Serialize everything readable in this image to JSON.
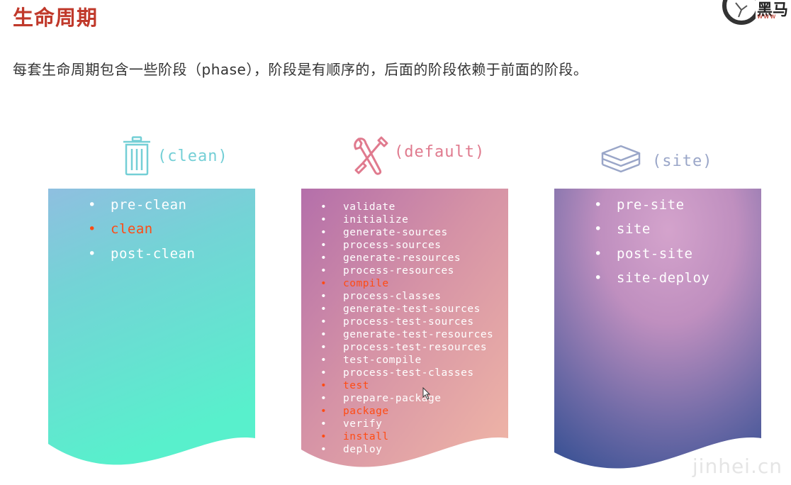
{
  "title": "生命周期",
  "subtitle": "每套生命周期包含一些阶段（phase），阶段是有顺序的，后面的阶段依赖于前面的阶段。",
  "logo": {
    "text": "黑马",
    "url": "www"
  },
  "watermark": "jinhei.cn",
  "colors": {
    "title": "#c0392b",
    "highlight": "#ff4b14",
    "clean_header": "#74cfd6",
    "default_header": "#e07a8e",
    "site_header": "#9aa6c8"
  },
  "clean": {
    "label": "(clean)",
    "icon": "trash-icon",
    "items": [
      {
        "text": "pre-clean",
        "highlight": false
      },
      {
        "text": "clean",
        "highlight": true
      },
      {
        "text": "post-clean",
        "highlight": false
      }
    ]
  },
  "default": {
    "label": "(default)",
    "icon": "tools-icon",
    "items": [
      {
        "text": "validate",
        "highlight": false
      },
      {
        "text": "initialize",
        "highlight": false
      },
      {
        "text": "generate-sources",
        "highlight": false
      },
      {
        "text": "process-sources",
        "highlight": false
      },
      {
        "text": "generate-resources",
        "highlight": false
      },
      {
        "text": "process-resources",
        "highlight": false
      },
      {
        "text": "compile",
        "highlight": true
      },
      {
        "text": "process-classes",
        "highlight": false
      },
      {
        "text": "generate-test-sources",
        "highlight": false
      },
      {
        "text": "process-test-sources",
        "highlight": false
      },
      {
        "text": "generate-test-resources",
        "highlight": false
      },
      {
        "text": "process-test-resources",
        "highlight": false
      },
      {
        "text": "test-compile",
        "highlight": false
      },
      {
        "text": "process-test-classes",
        "highlight": false
      },
      {
        "text": "test",
        "highlight": true
      },
      {
        "text": "prepare-package",
        "highlight": false
      },
      {
        "text": "package",
        "highlight": true
      },
      {
        "text": "verify",
        "highlight": false
      },
      {
        "text": "install",
        "highlight": true
      },
      {
        "text": "deploy",
        "highlight": false
      }
    ]
  },
  "site": {
    "label": "(site)",
    "icon": "layers-icon",
    "items": [
      {
        "text": "pre-site",
        "highlight": false
      },
      {
        "text": "site",
        "highlight": false
      },
      {
        "text": "post-site",
        "highlight": false
      },
      {
        "text": "site-deploy",
        "highlight": false
      }
    ]
  }
}
